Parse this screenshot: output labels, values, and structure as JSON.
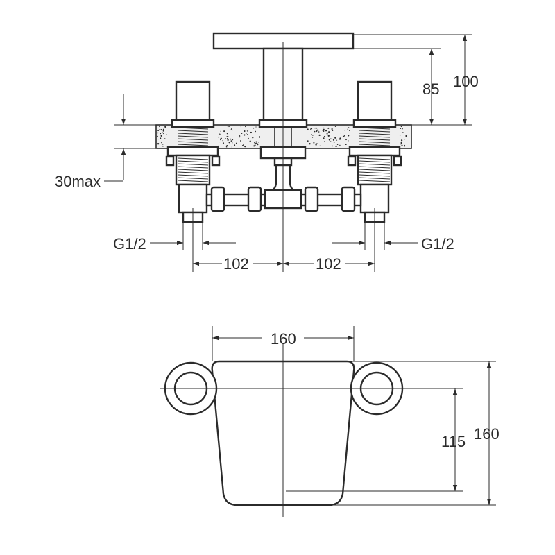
{
  "side_view": {
    "dim_85": "85",
    "dim_100": "100",
    "dim_30max": "30max",
    "thread_left": "G1/2",
    "thread_right": "G1/2",
    "spacing_left": "102",
    "spacing_right": "102"
  },
  "top_view": {
    "width": "160",
    "depth_115": "115",
    "depth_160": "160"
  },
  "colors": {
    "line": "#2b2b2b",
    "counter_fill": "#efefef",
    "background": "#ffffff"
  }
}
